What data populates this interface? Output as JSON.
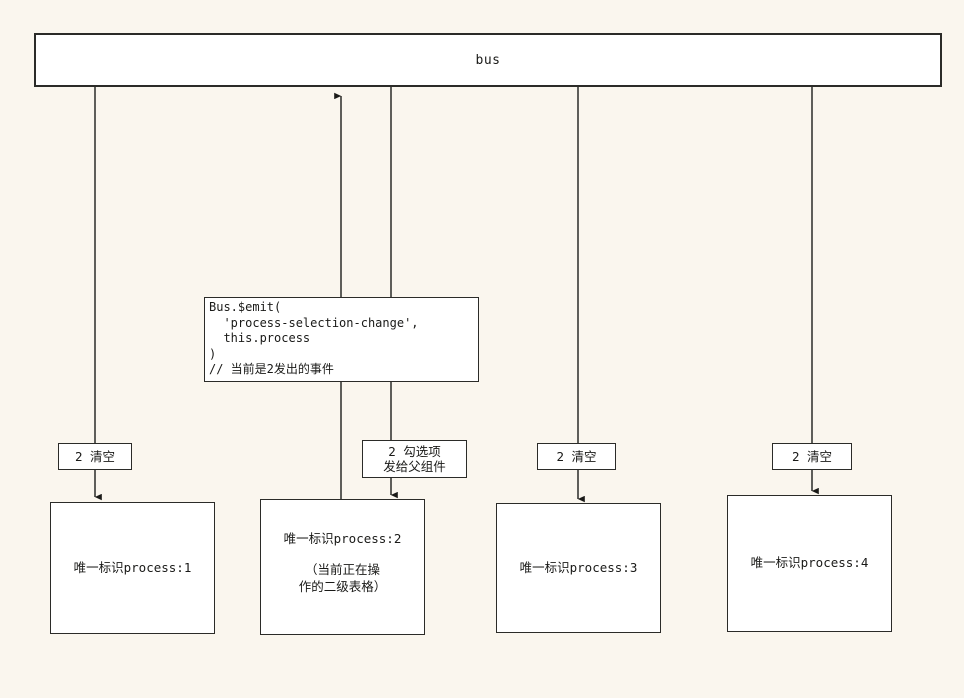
{
  "diagram": {
    "background_color": "#faf6ee",
    "line_color": "#2b2b28",
    "node_fill": "#ffffff",
    "bus": {
      "label": "bus"
    },
    "code_note": {
      "lines": "Bus.$emit(\n  'process-selection-change',\n  this.process\n)\n// 当前是2发出的事件"
    },
    "edge_labels": [
      {
        "id": "edge-label-1",
        "text": "2  清空"
      },
      {
        "id": "edge-label-2",
        "text": "2 勾选项\n发给父组件"
      },
      {
        "id": "edge-label-3",
        "text": "2  清空"
      },
      {
        "id": "edge-label-4",
        "text": "2  清空"
      }
    ],
    "processes": [
      {
        "id": "process-1",
        "title": "唯一标识process:1",
        "note": ""
      },
      {
        "id": "process-2",
        "title": "唯一标识process:2",
        "note": "（当前正在操\n作的二级表格）"
      },
      {
        "id": "process-3",
        "title": "唯一标识process:3",
        "note": ""
      },
      {
        "id": "process-4",
        "title": "唯一标识process:4",
        "note": ""
      }
    ]
  }
}
